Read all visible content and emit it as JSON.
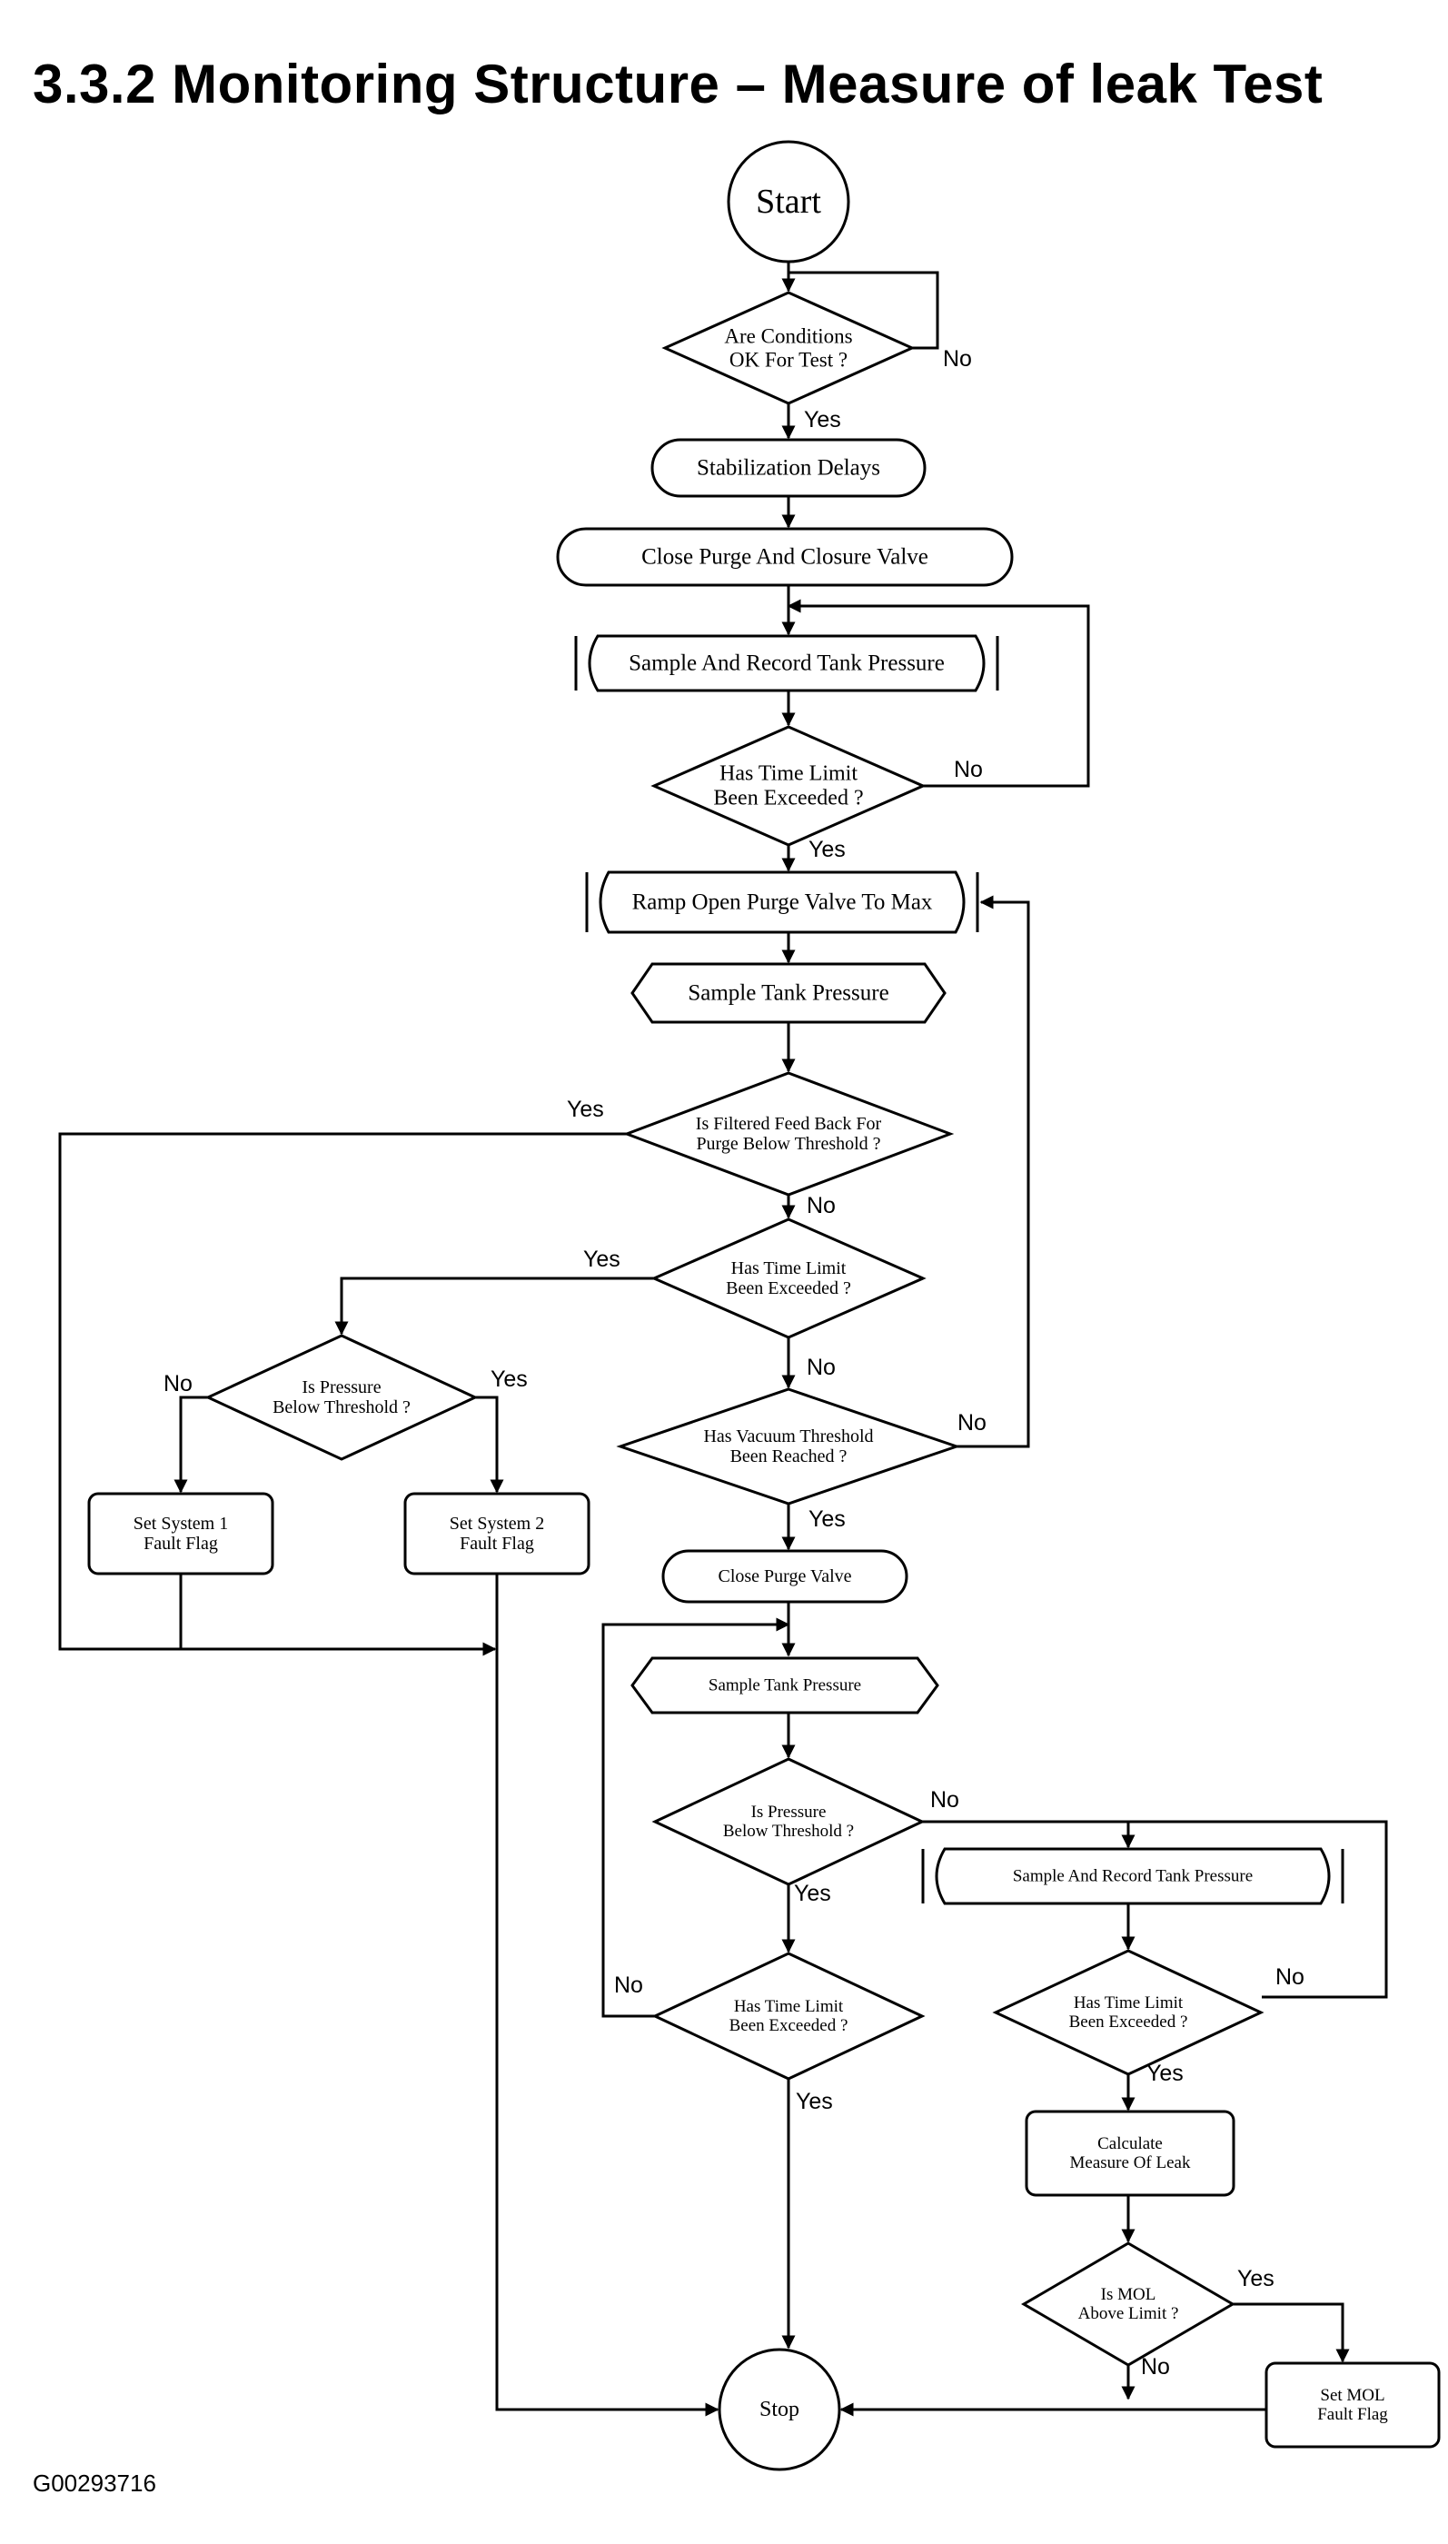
{
  "title": "3.3.2 Monitoring Structure – Measure of leak Test",
  "figure_id": "G00293716",
  "nodes": {
    "start": "Start",
    "conditions_ok": [
      "Are Conditions",
      "OK For Test ?"
    ],
    "stabilization": "Stabilization Delays",
    "close_purge_closure": "Close Purge And Closure Valve",
    "sample_record_1": "Sample And Record Tank Pressure",
    "time_limit_1": [
      "Has Time Limit",
      "Been Exceeded ?"
    ],
    "ramp_open": "Ramp Open Purge Valve To Max",
    "sample_tank_1": "Sample Tank Pressure",
    "filtered_feedback": [
      "Is Filtered Feed Back For",
      "Purge Below Threshold ?"
    ],
    "time_limit_2": [
      "Has Time Limit",
      "Been Exceeded ?"
    ],
    "pressure_below_1": [
      "Is Pressure",
      "Below Threshold ?"
    ],
    "set_system1": [
      "Set System 1",
      "Fault Flag"
    ],
    "set_system2": [
      "Set System 2",
      "Fault Flag"
    ],
    "vacuum_threshold": [
      "Has Vacuum Threshold",
      "Been Reached ?"
    ],
    "close_purge": "Close Purge Valve",
    "sample_tank_2": "Sample Tank Pressure",
    "pressure_below_2": [
      "Is Pressure",
      "Below Threshold ?"
    ],
    "time_limit_3": [
      "Has Time Limit",
      "Been Exceeded ?"
    ],
    "sample_record_2": "Sample And Record Tank Pressure",
    "time_limit_4": [
      "Has Time Limit",
      "Been Exceeded ?"
    ],
    "calculate_mol": [
      "Calculate",
      "Measure Of Leak"
    ],
    "mol_above": [
      "Is MOL",
      "Above Limit ?"
    ],
    "set_mol": [
      "Set MOL",
      "Fault Flag"
    ],
    "stop": "Stop"
  },
  "branch_labels": {
    "yes": "Yes",
    "no": "No"
  }
}
